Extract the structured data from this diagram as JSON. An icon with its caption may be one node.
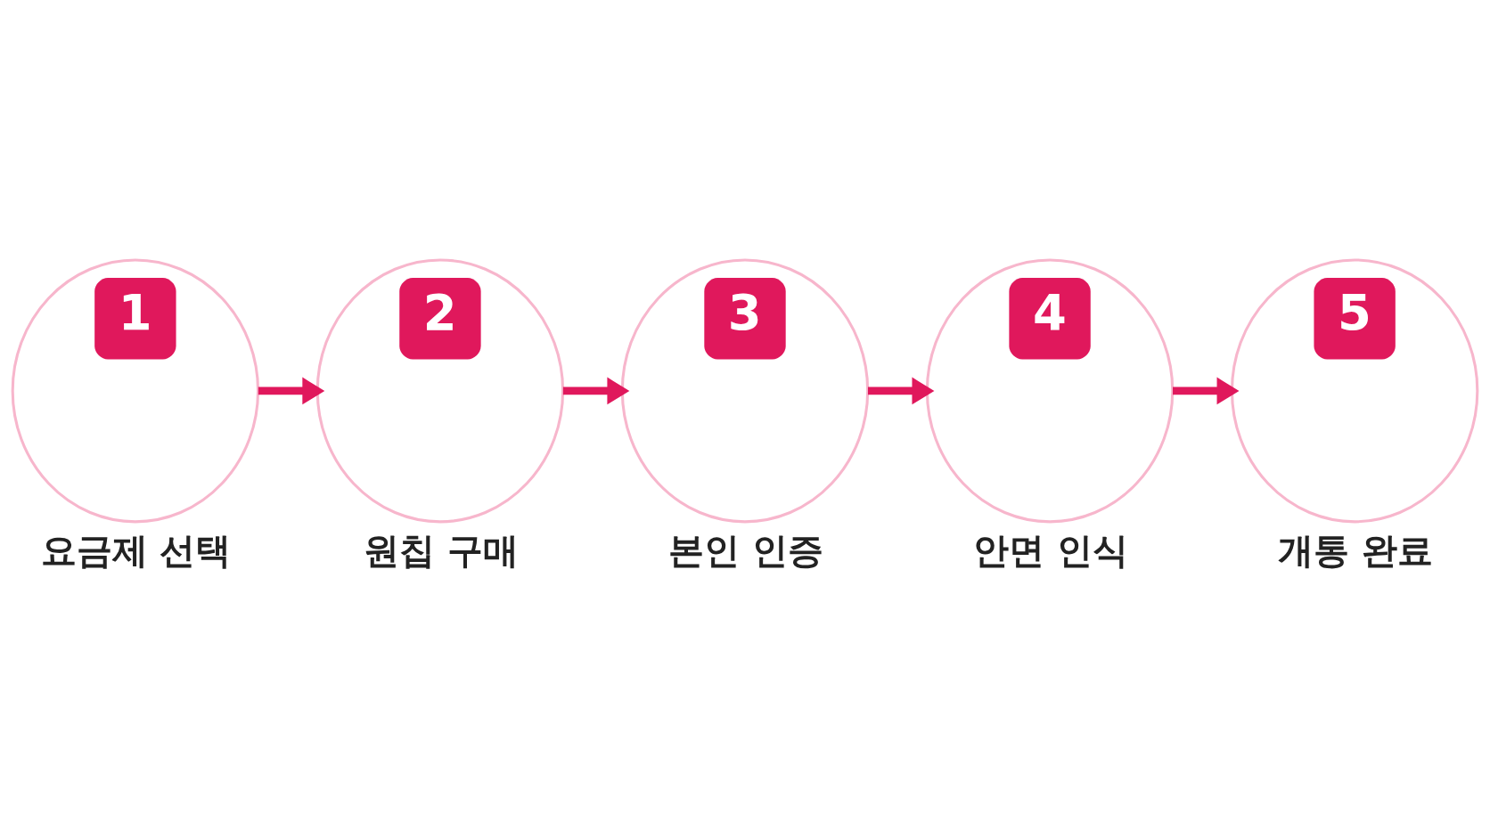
{
  "diagram": {
    "nodes": [
      {
        "text": [
          "1"
        ],
        "beside": [
          "요금제 선택"
        ]
      },
      {
        "text": [
          "2"
        ],
        "beside": [
          "원칩 구매"
        ]
      },
      {
        "text": [
          "3"
        ],
        "beside": [
          "본인 인증"
        ]
      },
      {
        "text": [
          "4"
        ],
        "beside": [
          "안면 인식"
        ]
      },
      {
        "text": [
          "5"
        ],
        "beside": [
          "개통 완료"
        ]
      }
    ],
    "edges": [
      {
        "from": 0,
        "to": 1,
        "arrow": "to"
      },
      {
        "from": 1,
        "to": 2,
        "arrow": "to"
      },
      {
        "from": 2,
        "to": 3,
        "arrow": "to"
      },
      {
        "from": 3,
        "to": 4,
        "arrow": "to"
      }
    ]
  }
}
